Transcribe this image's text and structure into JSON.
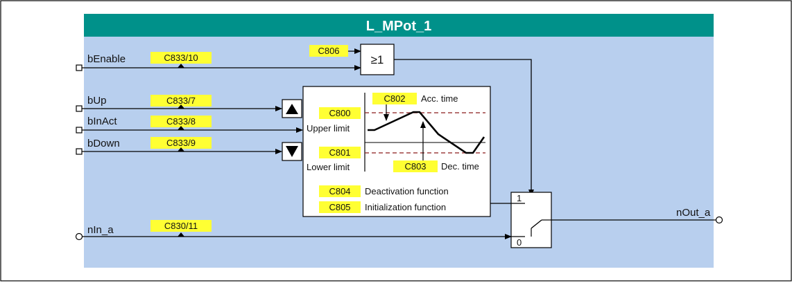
{
  "block": {
    "title": "L_MPot_1",
    "colors": {
      "header": "#00918a",
      "body": "#b8cfee",
      "tag": "#ffff33",
      "dashed": "#8b1a1a"
    }
  },
  "inputs": {
    "benable": {
      "label": "bEnable",
      "code": "C833/10"
    },
    "bup": {
      "label": "bUp",
      "code": "C833/7"
    },
    "binact": {
      "label": "bInAct",
      "code": "C833/8"
    },
    "bdown": {
      "label": "bDown",
      "code": "C833/9"
    },
    "nin": {
      "label": "nIn_a",
      "code": "C830/11"
    }
  },
  "or_gate": {
    "code": "C806",
    "symbol": "≥1"
  },
  "inner": {
    "upper_code": "C800",
    "upper_label": "Upper limit",
    "lower_code": "C801",
    "lower_label": "Lower limit",
    "acc_code": "C802",
    "acc_label": "Acc. time",
    "dec_code": "C803",
    "dec_label": "Dec. time",
    "deact_code": "C804",
    "deact_label": "Deactivation function",
    "init_code": "C805",
    "init_label": "Initialization function"
  },
  "switch": {
    "top": "1",
    "bottom": "0"
  },
  "output": {
    "label": "nOut_a"
  },
  "icons": {
    "up": "up-triangle-icon",
    "down": "down-triangle-icon"
  }
}
